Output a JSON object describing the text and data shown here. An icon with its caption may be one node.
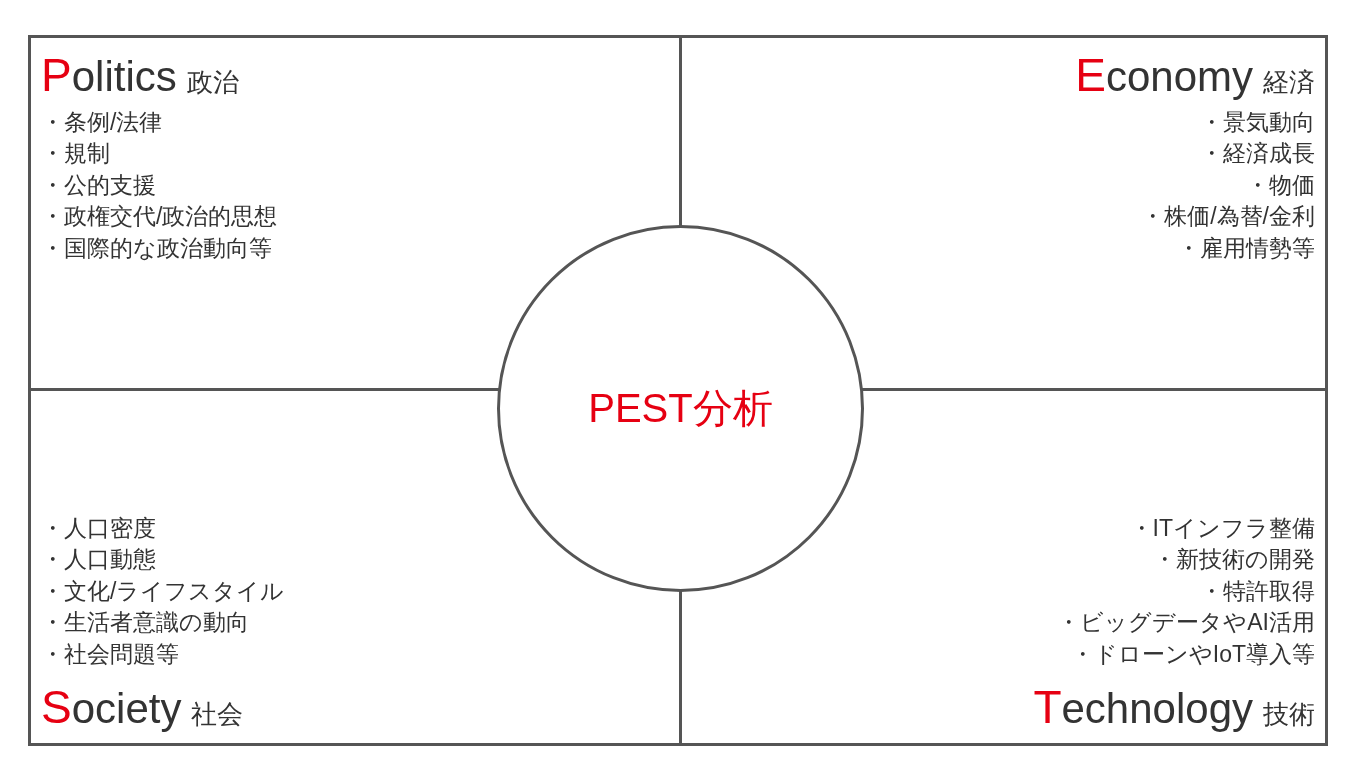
{
  "diagram": {
    "nodes": [
      {
        "text": [
          "Politics",
          "政治",
          "・条例/法律",
          "・規制",
          "・公的支援",
          "・政権交代/政治的思想",
          "・国際的な政治動向等"
        ]
      },
      {
        "text": [
          "Economy",
          "経済",
          "・景気動向",
          "・経済成長",
          "・物価",
          "・株価/為替/金利",
          "・雇用情勢等"
        ]
      },
      {
        "text": [
          "・人口密度",
          "・人口動態",
          "・文化/ライフスタイル",
          "・生活者意識の動向",
          "・社会問題等",
          "Society",
          "社会"
        ]
      },
      {
        "text": [
          "・ITインフラ整備",
          "・新技術の開発",
          "・特許取得",
          "・ビッグデータやAI活用",
          "・ドローンやIoT導入等",
          "Technology",
          "技術"
        ]
      },
      {
        "text": [
          "PEST分析"
        ]
      }
    ]
  }
}
